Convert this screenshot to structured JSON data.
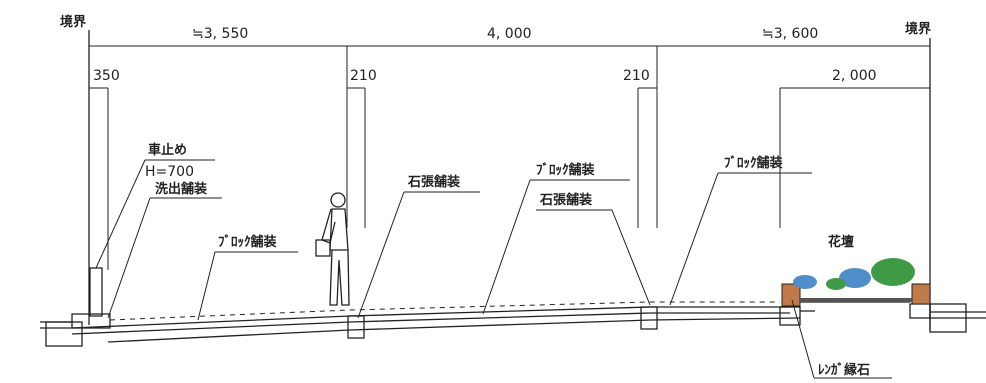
{
  "boundary_labels": {
    "left": "境界",
    "right": "境界"
  },
  "dimensions": {
    "top": [
      "≒3, 550",
      "4, 000",
      "≒3, 600"
    ],
    "sub": [
      "350",
      "210",
      "210",
      "2, 000"
    ]
  },
  "labels": {
    "car_stop": "車止め",
    "car_stop_height": "H=700",
    "exposed_aggregate": "洗出舗装",
    "block_paving_left": "ﾌﾞﾛｯｸ舗装",
    "stone_paving_left": "石張舗装",
    "block_paving_center": "ﾌﾞﾛｯｸ舗装",
    "stone_paving_center": "石張舗装",
    "block_paving_right": "ﾌﾞﾛｯｸ舗装",
    "flower_bed": "花壇",
    "brick_curb": "ﾚﾝｶﾞ縁石"
  },
  "colors": {
    "line": "#222222",
    "plant_green": "#3f9a45",
    "plant_blue": "#4f8fc9",
    "brick": "#c07a4a"
  }
}
